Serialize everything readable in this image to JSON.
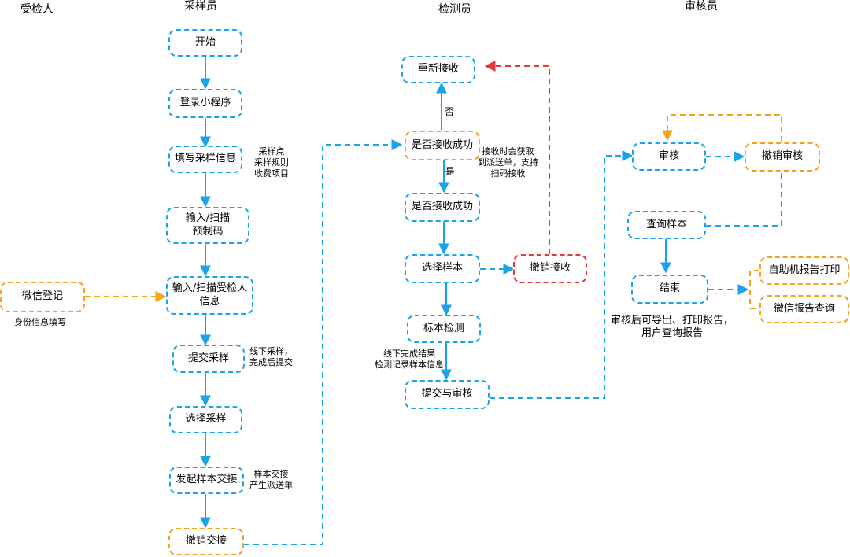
{
  "lanes": {
    "patient": "受检人",
    "sampler": "采样员",
    "tester": "检测员",
    "reviewer": "审核员"
  },
  "nodes": {
    "start": "开始",
    "login": "登录小程序",
    "fill_info": "填写采样信息",
    "scan_precode": "输入/扫描\n预制码",
    "scan_patient": "输入/扫描受检人\n信息",
    "submit_sampling": "提交采样",
    "select_sampling": "选择采样",
    "initiate_handover": "发起样本交接",
    "cancel_handover": "撤销交接",
    "wechat_register": "微信登记",
    "re_receive": "重新接收",
    "recv_success_1": "是否接收成功",
    "recv_success_2": "是否接收成功",
    "select_sample": "选择样本",
    "cancel_receive": "撤销接收",
    "sample_test": "标本检测",
    "submit_review": "提交与审核",
    "review": "审核",
    "cancel_review": "撤销审核",
    "query_sample": "查询样本",
    "end": "结束",
    "kiosk_print": "自助机报告打印",
    "wechat_query": "微信报告查询"
  },
  "notes": {
    "sampling_info": "采样点\n采样规则\n收费项目",
    "identity": "身份信息填写",
    "offline_sampling": "线下采样，\n完成后提交",
    "handover": "样本交接\n产生派送单",
    "receive_hint": "接收时会获取\n到派送单，支持\n扫码接收",
    "offline_result": "线下完成结果\n检测记录样本信息",
    "review_after": "审核后可导出、打印报告，\n用户查询报告"
  },
  "branch_labels": {
    "no": "否",
    "yes": "是"
  },
  "colors": {
    "blue": "#1aa3e8",
    "orange": "#f5a31a",
    "red": "#e53935"
  }
}
